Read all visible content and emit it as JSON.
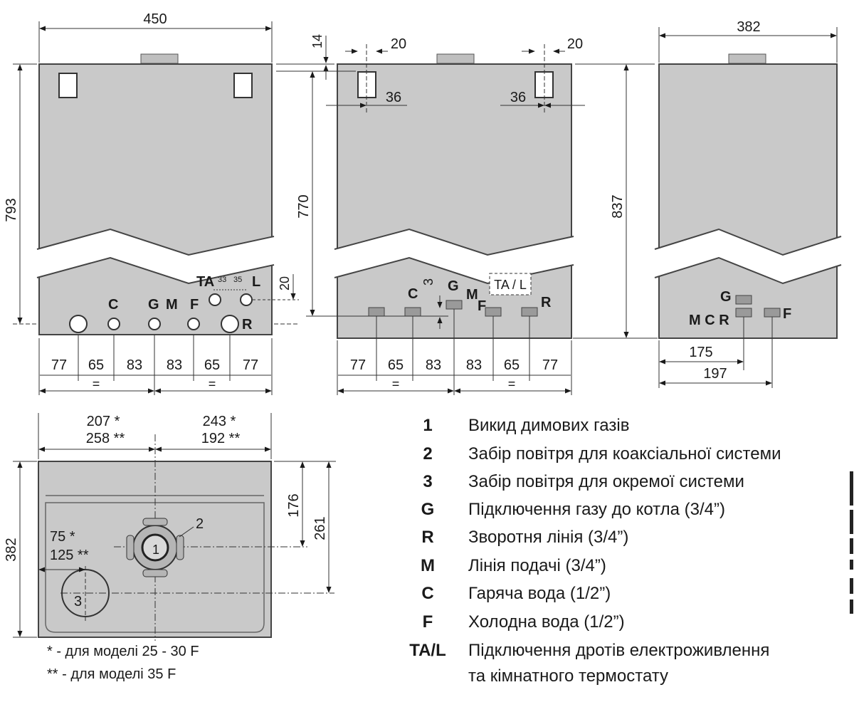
{
  "front_view": {
    "width": "450",
    "height": "793",
    "top_label_TA": "TA",
    "top_label_L": "L",
    "spacing_1": "33",
    "spacing_2": "35",
    "offset_20": "20",
    "connection_labels": [
      "C",
      "G",
      "M",
      "F",
      "R"
    ],
    "bottom_spacings": [
      "77",
      "65",
      "83",
      "83",
      "65",
      "77"
    ],
    "equal_signs": [
      "=",
      "="
    ]
  },
  "side_view": {
    "top_offset": "14",
    "flue_width_left": "20",
    "flue_width_right": "20",
    "flue_offset_left": "36",
    "flue_offset_right": "36",
    "height": "770",
    "small_offset": "3",
    "connection_labels": [
      "C",
      "G",
      "M",
      "F",
      "R"
    ],
    "ta_l_box": "TA / L",
    "bottom_spacings": [
      "77",
      "65",
      "83",
      "83",
      "65",
      "77"
    ],
    "equal_signs": [
      "=",
      "="
    ]
  },
  "right_view": {
    "width": "382",
    "height": "837",
    "label_G": "G",
    "label_MCR": "M C R",
    "label_F": "F",
    "dim_175": "175",
    "dim_197": "197"
  },
  "top_view": {
    "left_dim_line1": "207 *",
    "left_dim_line2": "258 **",
    "right_dim_line1": "243 *",
    "right_dim_line2": "192 **",
    "depth": "382",
    "dim_176": "176",
    "dim_261": "261",
    "offset_line1": "75 *",
    "offset_line2": "125 **",
    "label_1": "1",
    "label_2": "2",
    "label_3": "3"
  },
  "notes": [
    "* - для моделі 25 - 30 F",
    "** - для моделі 35 F"
  ],
  "legend": [
    {
      "code": "1",
      "desc": "Викид димових газів"
    },
    {
      "code": "2",
      "desc": "Забір повітря для коаксіальної системи"
    },
    {
      "code": "3",
      "desc": "Забір повітря для окремої системи"
    },
    {
      "code": "G",
      "desc": "Підключення газу до котла (3/4”)"
    },
    {
      "code": "R",
      "desc": "Зворотня лінія (3/4”)"
    },
    {
      "code": "M",
      "desc": "Лінія подачі (3/4”)"
    },
    {
      "code": "C",
      "desc": "Гаряча вода (1/2”)"
    },
    {
      "code": "F",
      "desc": "Холодна вода (1/2”)"
    },
    {
      "code": "TA/L",
      "desc": "Підключення дротів електроживлення"
    },
    {
      "code": "",
      "desc": "та кімнатного термостату"
    }
  ]
}
